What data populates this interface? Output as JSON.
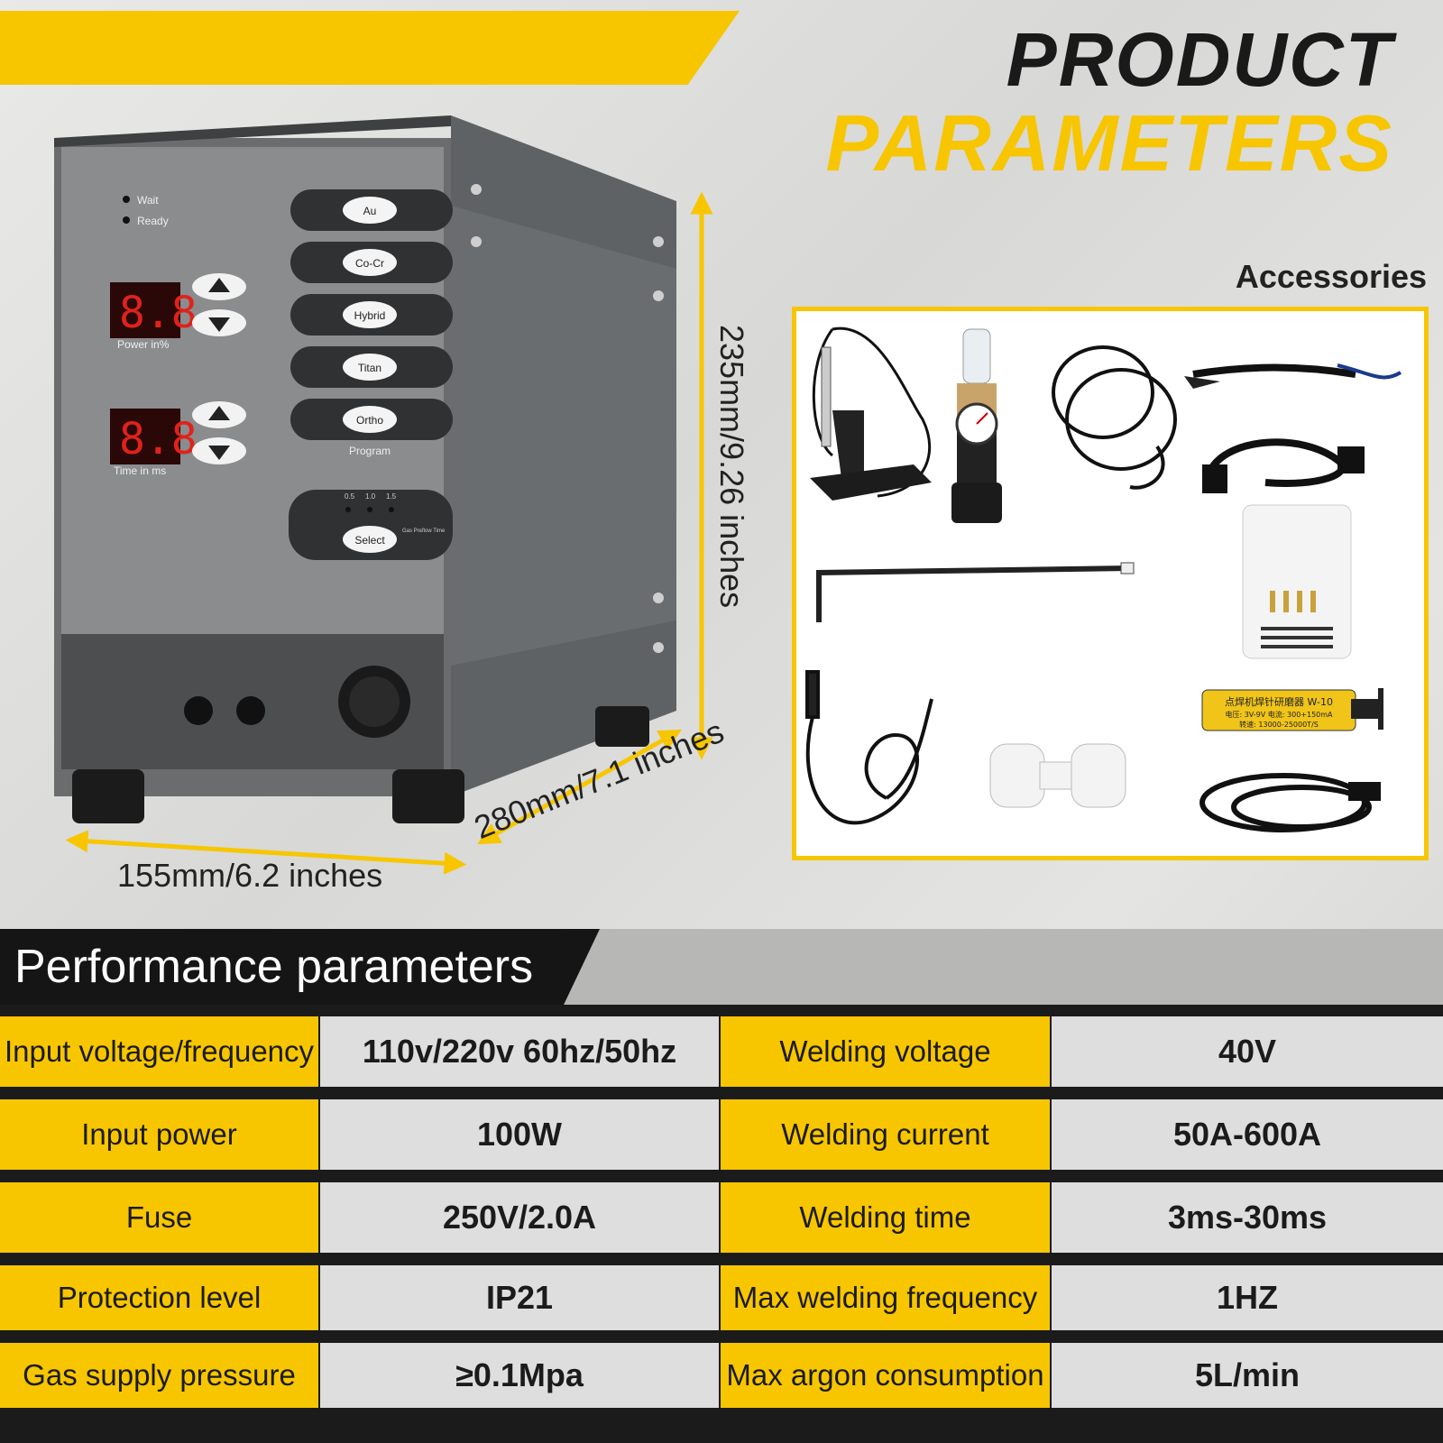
{
  "header": {
    "title_line1": "PRODUCT",
    "title_line2": "PARAMETERS",
    "accent_color": "#f7c600"
  },
  "machine": {
    "indicators": [
      "Wait",
      "Ready"
    ],
    "power_display": "8.8",
    "power_label": "Power  in%",
    "time_display": "8.8",
    "time_label": "Time  in  ms",
    "program_buttons": [
      "Au",
      "Co-Cr",
      "Hybrid",
      "Titan",
      "Ortho"
    ],
    "program_label": "Program",
    "select_button": "Select",
    "select_scale": [
      "0.5",
      "1.0",
      "1.5"
    ],
    "select_side_label": "Gas Preflow Time"
  },
  "dimensions": {
    "width": "155mm/6.2 inches",
    "depth": "280mm/7.1 inches",
    "height": "235mm/9.26 inches"
  },
  "accessories": {
    "label": "Accessories",
    "items": [
      "welding-pen-holder-icon",
      "air-pressure-regulator-icon",
      "gas-hose-icon",
      "welding-pen-icon",
      "power-cord-icon",
      "hex-key-icon",
      "electrode-box-icon",
      "ground-clip-cable-icon",
      "quick-connector-icon",
      "needle-grinder-icon",
      "usb-cable-icon"
    ],
    "box_label": "点焊机焊针研磨器 W-10",
    "box_line2": "电压: 3V-9V  电流: 300+150mA",
    "box_line3": "转速: 13000-25000T/S"
  },
  "performance": {
    "title": "Performance parameters",
    "rows": [
      {
        "k1": "Input voltage/frequency",
        "v1": "110v/220v 60hz/50hz",
        "k2": "Welding voltage",
        "v2": "40V"
      },
      {
        "k1": "Input power",
        "v1": "100W",
        "k2": "Welding current",
        "v2": "50A-600A"
      },
      {
        "k1": "Fuse",
        "v1": "250V/2.0A",
        "k2": "Welding time",
        "v2": "3ms-30ms"
      },
      {
        "k1": "Protection level",
        "v1": "IP21",
        "k2": "Max welding frequency",
        "v2": "1HZ"
      },
      {
        "k1": "Gas supply pressure",
        "v1": "≥0.1Mpa",
        "k2": "Max argon consumption",
        "v2": "5L/min"
      }
    ]
  }
}
